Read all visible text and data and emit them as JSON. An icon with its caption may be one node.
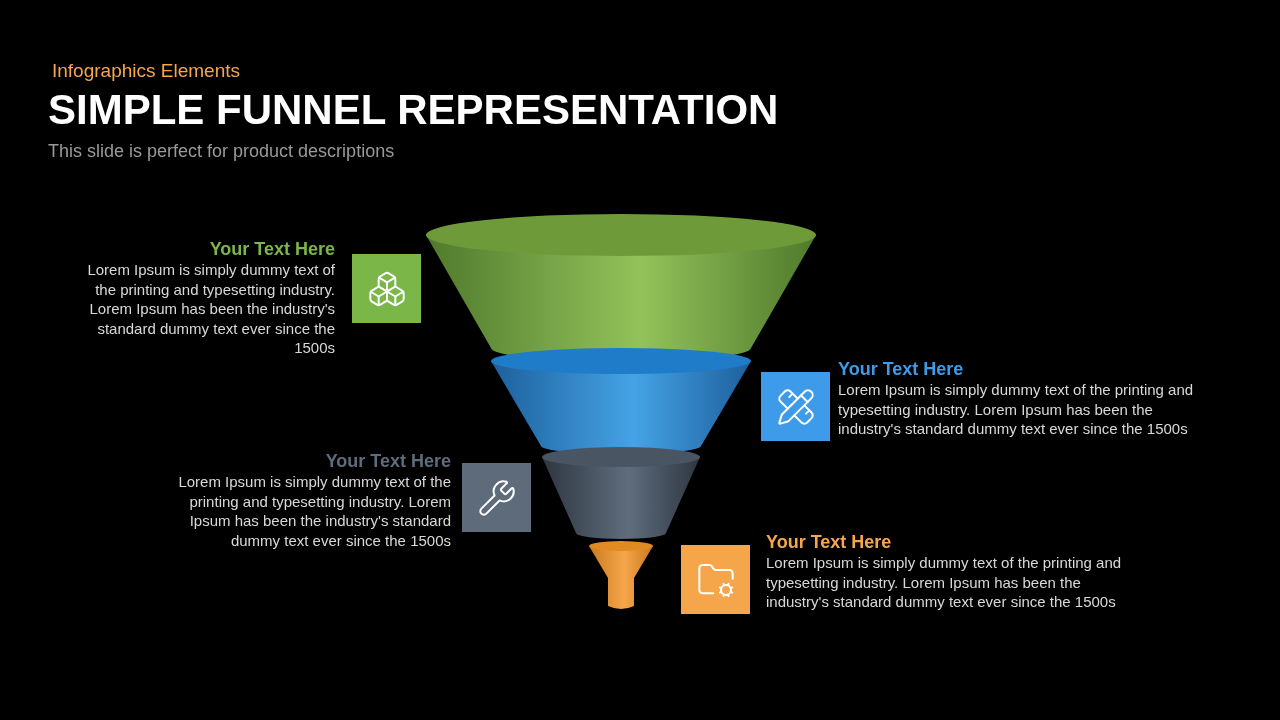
{
  "diagram": {
    "title": "SIMPLE FUNNEL REPRESENTATION",
    "nodes": [
      {
        "text": [
          "Your Text Here",
          "Lorem Ipsum is simply dummy text of the printing and typesetting industry. Lorem Ipsum has been the industry's standard dummy text ever since the 1500s"
        ]
      },
      {
        "text": [
          "Your Text Here",
          "Lorem Ipsum is simply dummy text of the printing and typesetting industry. Lorem Ipsum has been the industry's standard dummy text ever since the 1500s"
        ]
      },
      {
        "text": [
          "Your Text Here",
          "Lorem Ipsum is simply dummy text of the printing and typesetting industry. Lorem Ipsum has been the industry's standard dummy text ever since the 1500s"
        ]
      },
      {
        "text": [
          "Your Text Here",
          "Lorem Ipsum is simply dummy text of the printing and typesetting industry. Lorem Ipsum has been the industry's standard dummy text ever since the 1500s"
        ]
      }
    ],
    "labels": [
      "Infographics Elements",
      "This slide is perfect for product descriptions"
    ]
  }
}
